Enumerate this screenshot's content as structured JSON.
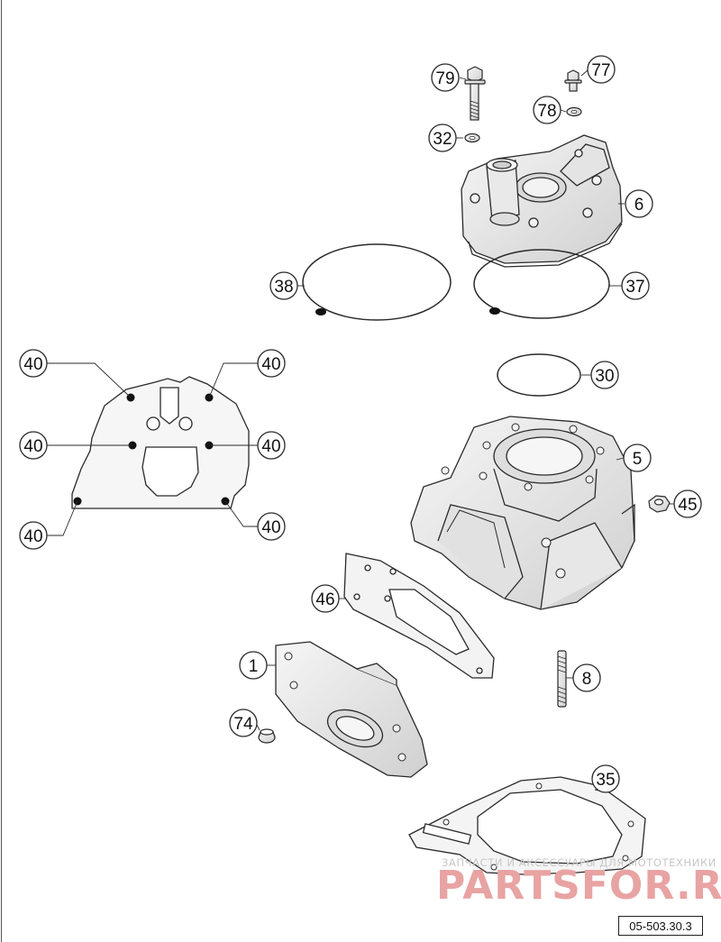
{
  "callouts": {
    "c79": "79",
    "c77": "77",
    "c78": "78",
    "c32": "32",
    "c6": "6",
    "c38": "38",
    "c37": "37",
    "c30": "30",
    "c5": "5",
    "c45": "45",
    "c46": "46",
    "c1": "1",
    "c8": "8",
    "c74": "74",
    "c35": "35",
    "c40a": "40",
    "c40b": "40",
    "c40c": "40",
    "c40d": "40",
    "c40e": "40",
    "c40f": "40"
  },
  "watermark": {
    "tagline": "ЗАПЧАСТИ И АКСЕССУАРЫ ДЛЯ МОТОТЕХНИКИ",
    "brand": "PARTSFOR.RU"
  },
  "reference_code": "05-503.30.3",
  "colors": {
    "line": "#2a2a2a",
    "part_fill": "#ededed",
    "part_shade": "#d5d5d5",
    "watermark_red": "#e8a3a3"
  }
}
